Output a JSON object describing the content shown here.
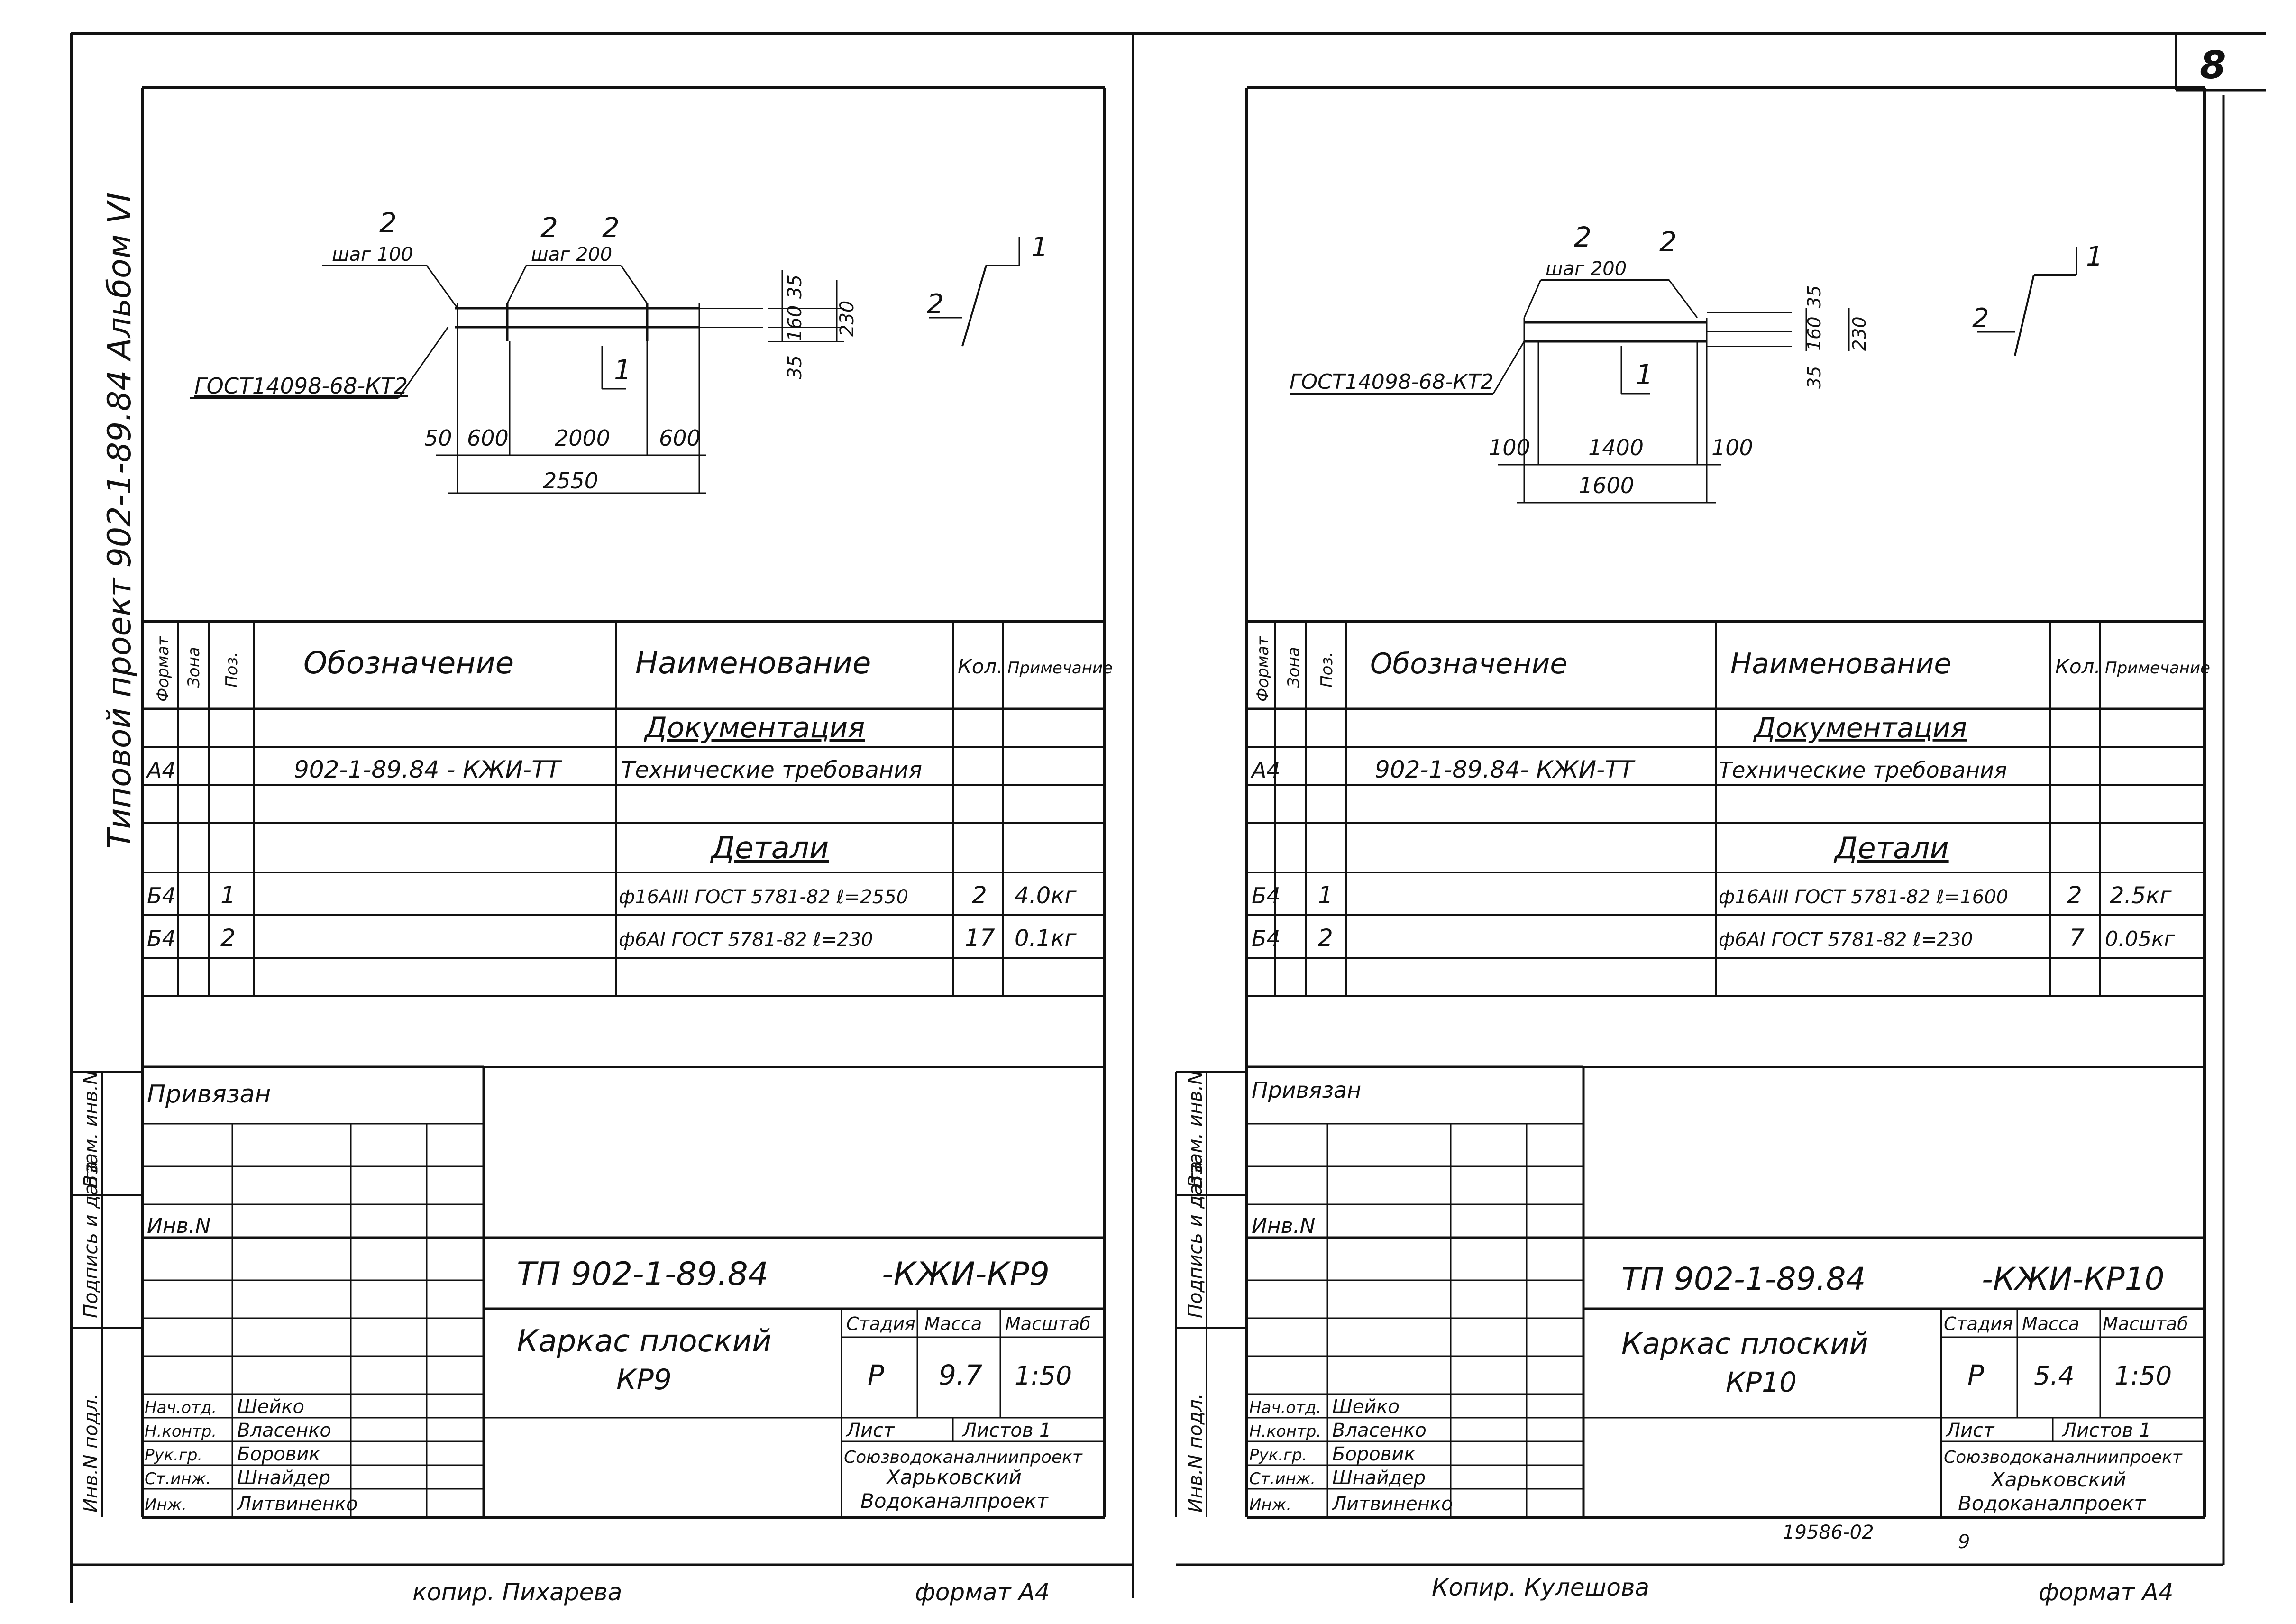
{
  "page": {
    "sheet_number": "8"
  },
  "side_stamp": {
    "album_line": "Типовой проект 902-1-89.84 Альбом VI",
    "left_labels": [
      "Инв.N подл.",
      "Подпись и дата",
      "Взам. инв.N"
    ]
  },
  "sheets": [
    {
      "id": "kp9",
      "drawing": {
        "gost_label": "ГОСТ14098-68-КТ2",
        "pos_labels": [
          "2",
          "2",
          "2",
          "1"
        ],
        "step_labels": [
          "шаг 100",
          "шаг 200"
        ],
        "dims_bottom": [
          "50",
          "600",
          "2000",
          "600"
        ],
        "total_dim": "2550",
        "height_dims": [
          "35",
          "160",
          "35",
          "230"
        ],
        "section_labels": [
          "2",
          "1"
        ]
      },
      "table": {
        "headers": [
          "Формат",
          "Зона",
          "Поз.",
          "Обозначение",
          "Наименование",
          "Кол.",
          "Примечание"
        ],
        "section_docs": "Документация",
        "section_parts": "Детали",
        "rows": [
          {
            "format": "А4",
            "zone": "",
            "pos": "",
            "designation": "902-1-89.84 - КЖИ-ТТ",
            "name": "Технические требования",
            "qty": "",
            "note": ""
          },
          {
            "format": "Б4",
            "zone": "",
            "pos": "1",
            "designation": "",
            "name": "ф16АIII ГОСТ 5781-82 ℓ=2550",
            "qty": "2",
            "note": "4.0кг"
          },
          {
            "format": "Б4",
            "zone": "",
            "pos": "2",
            "designation": "",
            "name": "ф6АI ГОСТ 5781-82 ℓ=230",
            "qty": "17",
            "note": "0.1кг"
          }
        ]
      },
      "title_block": {
        "privyazan": "Привязан",
        "inv": "Инв.N",
        "code": "ТП 902-1-89.84",
        "code_suffix": "-КЖИ-КР9",
        "title": "Каркас плоский",
        "title2": "КР9",
        "stage_headers": [
          "Стадия",
          "Масса",
          "Масштаб"
        ],
        "stage": "Р",
        "mass": "9.7",
        "scale": "1:50",
        "sheet_label": "Лист",
        "sheets_label": "Листов 1",
        "org": [
          "Союзводоканалниипроект",
          "Харьковский",
          "Водоканалпроект"
        ],
        "people": [
          {
            "role": "Нач.отд.",
            "name": "Шейко"
          },
          {
            "role": "Н.контр.",
            "name": "Власенко"
          },
          {
            "role": "Рук.гр.",
            "name": "Боровик"
          },
          {
            "role": "Ст.инж.",
            "name": "Шнайдер"
          },
          {
            "role": "Инж.",
            "name": "Литвиненко"
          }
        ]
      },
      "footer": {
        "copied": "копир. Пихарева",
        "format": "формат А4"
      }
    },
    {
      "id": "kp10",
      "drawing": {
        "gost_label": "ГОСТ14098-68-КТ2",
        "pos_labels": [
          "2",
          "2",
          "1"
        ],
        "step_labels": [
          "шаг 200"
        ],
        "dims_bottom": [
          "100",
          "1400",
          "100"
        ],
        "total_dim": "1600",
        "height_dims": [
          "35",
          "160",
          "35",
          "230"
        ],
        "section_labels": [
          "2",
          "1"
        ]
      },
      "table": {
        "headers": [
          "Формат",
          "Зона",
          "Поз.",
          "Обозначение",
          "Наименование",
          "Кол.",
          "Примечание"
        ],
        "section_docs": "Документация",
        "section_parts": "Детали",
        "rows": [
          {
            "format": "А4",
            "zone": "",
            "pos": "",
            "designation": "902-1-89.84- КЖИ-ТТ",
            "name": "Технические требования",
            "qty": "",
            "note": ""
          },
          {
            "format": "Б4",
            "zone": "",
            "pos": "1",
            "designation": "",
            "name": "ф16АIII ГОСТ 5781-82 ℓ=1600",
            "qty": "2",
            "note": "2.5кг"
          },
          {
            "format": "Б4",
            "zone": "",
            "pos": "2",
            "designation": "",
            "name": "ф6АI ГОСТ 5781-82 ℓ=230",
            "qty": "7",
            "note": "0.05кг"
          }
        ]
      },
      "title_block": {
        "privyazan": "Привязан",
        "inv": "Инв.N",
        "code": "ТП 902-1-89.84",
        "code_suffix": "-КЖИ-КР10",
        "title": "Каркас плоский",
        "title2": "КР10",
        "stage_headers": [
          "Стадия",
          "Масса",
          "Масштаб"
        ],
        "stage": "Р",
        "mass": "5.4",
        "scale": "1:50",
        "sheet_label": "Лист",
        "sheets_label": "Листов 1",
        "org": [
          "Союзводоканалниипроект",
          "Харьковский",
          "Водоканалпроект"
        ],
        "people": [
          {
            "role": "Нач.отд.",
            "name": "Шейко"
          },
          {
            "role": "Н.контр.",
            "name": "Власенко"
          },
          {
            "role": "Рук.гр.",
            "name": "Боровик"
          },
          {
            "role": "Ст.инж.",
            "name": "Шнайдер"
          },
          {
            "role": "Инж.",
            "name": "Литвиненко"
          }
        ]
      },
      "footer": {
        "copied": "Копир. Кулешова",
        "format": "формат А4",
        "archive": "19586-02",
        "archive_sheet": "9"
      }
    }
  ]
}
